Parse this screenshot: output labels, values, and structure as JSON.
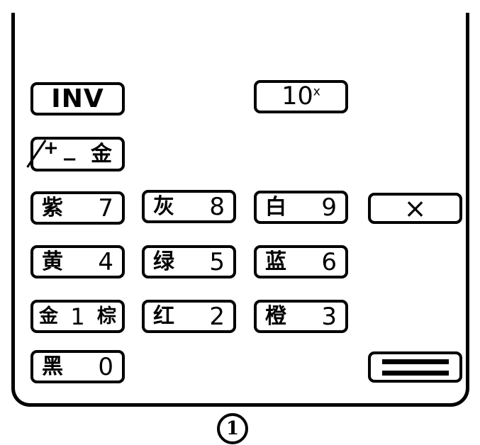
{
  "figure": {
    "number": "1",
    "caption_shape": "circled-figure-number"
  },
  "device": {
    "type": "calculator-keypad-line-drawing",
    "ink_color": "#000000",
    "background_color": "#ffffff"
  },
  "keys": {
    "inv": {
      "label": "INV",
      "name": "inverse-key"
    },
    "power10": {
      "base": "10",
      "exponent": "x",
      "name": "ten-to-the-x-key"
    },
    "sign_gold": {
      "plus": "+",
      "minus": "−",
      "color_word": "金",
      "name": "sign-change-gold-key"
    },
    "multiply": {
      "label": "×",
      "name": "multiply-key"
    },
    "equals": {
      "label": "=",
      "name": "equals-key"
    },
    "numeric": [
      {
        "color_word": "紫",
        "digit": "7",
        "name": "key-purple-7"
      },
      {
        "color_word": "灰",
        "digit": "8",
        "name": "key-gray-8"
      },
      {
        "color_word": "白",
        "digit": "9",
        "name": "key-white-9"
      },
      {
        "color_word": "黄",
        "digit": "4",
        "name": "key-yellow-4"
      },
      {
        "color_word": "绿",
        "digit": "5",
        "name": "key-green-5"
      },
      {
        "color_word": "蓝",
        "digit": "6",
        "name": "key-blue-6"
      },
      {
        "color_word": "金",
        "digit": "1",
        "color_word2": "棕",
        "name": "key-gold-1-brown"
      },
      {
        "color_word": "红",
        "digit": "2",
        "name": "key-red-2"
      },
      {
        "color_word": "橙",
        "digit": "3",
        "name": "key-orange-3"
      },
      {
        "color_word": "黑",
        "digit": "0",
        "name": "key-black-0"
      }
    ]
  }
}
